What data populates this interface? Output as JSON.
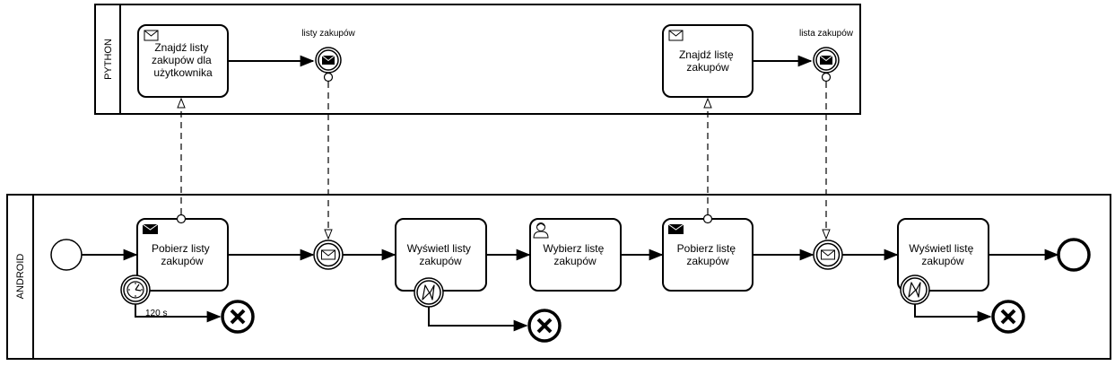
{
  "pools": {
    "python": "PYTHON",
    "android": "ANDROID"
  },
  "python_tasks": {
    "find_lists": [
      "Znajdź listy",
      "zakupów dla",
      "użytkownika"
    ],
    "find_list": [
      "Znajdź listę",
      "zakupów"
    ]
  },
  "python_events": {
    "lists_label": "listy zakupów",
    "list_label": "lista zakupów"
  },
  "android_tasks": {
    "get_lists": [
      "Pobierz listy",
      "zakupów"
    ],
    "show_lists": [
      "Wyświetl listy",
      "zakupów"
    ],
    "choose_list": [
      "Wybierz listę",
      "zakupów"
    ],
    "get_list": [
      "Pobierz listę",
      "zakupów"
    ],
    "show_list": [
      "Wyświetl listę",
      "zakupów"
    ]
  },
  "timer": {
    "label": "120 s"
  },
  "icons": {
    "message": "envelope-icon",
    "user": "user-icon",
    "timer": "clock-icon",
    "error": "lightning-icon",
    "cancel": "cross-icon"
  }
}
